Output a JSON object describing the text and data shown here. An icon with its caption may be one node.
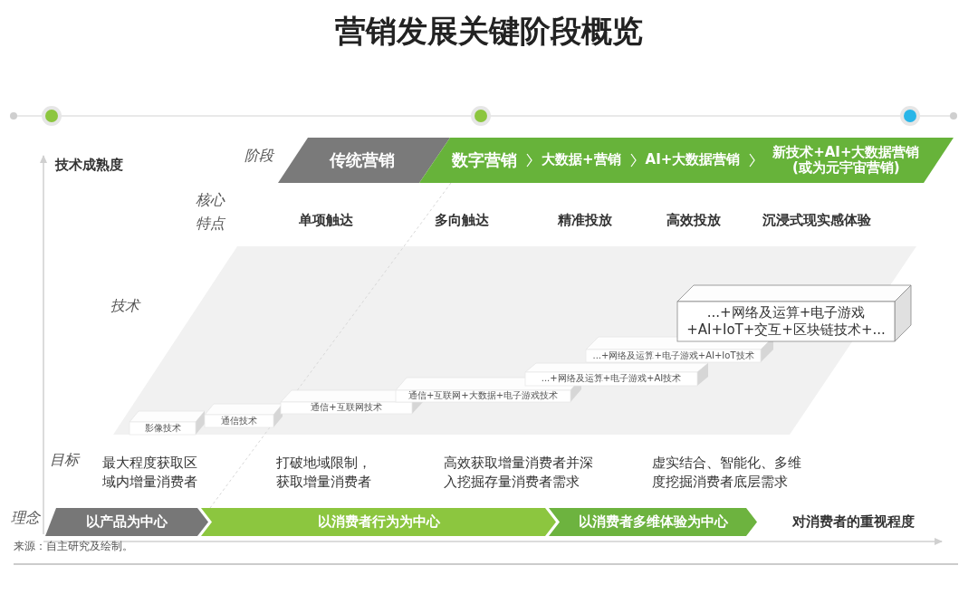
{
  "diagram": {
    "title": "营销发展关键阶段概览",
    "nodes": [
      {
        "text": [
          "传统营销"
        ]
      },
      {
        "text": [
          "数字营销",
          "大数据+营销",
          "AI+大数据营销",
          "新技术+AI+大数据营销 (或为元宇宙营销)"
        ]
      },
      {
        "text": [
          "影像技术"
        ]
      },
      {
        "text": [
          "通信技术"
        ]
      },
      {
        "text": [
          "通信+互联网技术"
        ]
      },
      {
        "text": [
          "通信+互联网+大数据+电子游戏技术"
        ]
      },
      {
        "text": [
          "...+网络及运算+电子游戏+AI技术"
        ]
      },
      {
        "text": [
          "...+网络及运算+电子游戏+AI+IoT技术"
        ]
      },
      {
        "text": [
          "...+网络及运算+电子游戏+AI+IoT+交互+区块链技术+..."
        ]
      },
      {
        "text": [
          "以产品为中心"
        ]
      },
      {
        "text": [
          "以消费者行为为中心"
        ]
      },
      {
        "text": [
          "以消费者多维体验为中心"
        ]
      }
    ],
    "labels": [
      "技术成熟度",
      "阶段",
      "核心特点",
      "单项触达",
      "多向触达",
      "精准投放",
      "高效投放",
      "沉浸式现实感体验",
      "技术",
      "目标",
      "最大程度获取区域内增量消费者",
      "打破地域限制，获取增量消费者",
      "高效获取增量消费者并深入挖掘存量消费者需求",
      "虚实结合、智能化、多维度挖掘消费者底层需求",
      "理念",
      "对消费者的重视程度",
      "来源：自主研究及绘制。"
    ]
  }
}
